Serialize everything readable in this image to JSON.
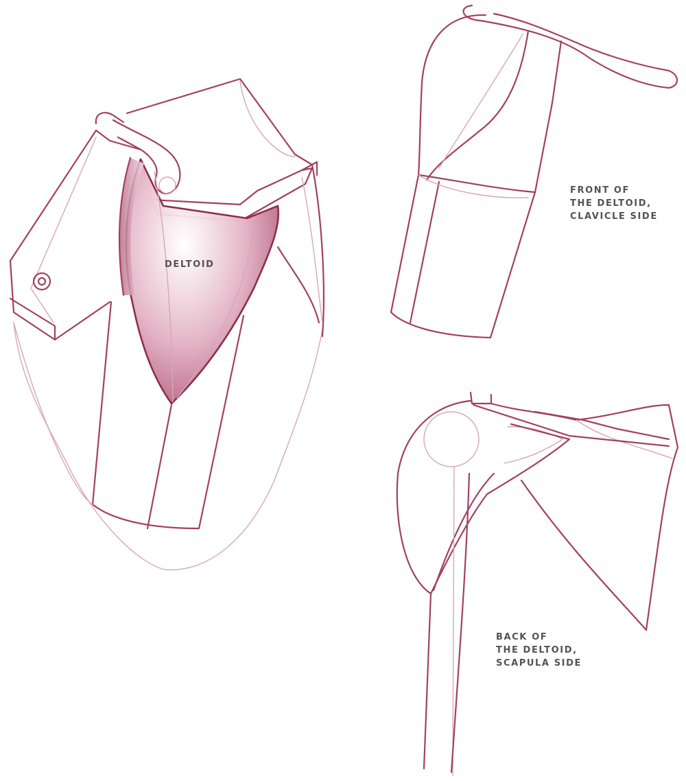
{
  "labels": {
    "deltoid": "DELTOID",
    "front": [
      "FRONT OF",
      "THE DELTOID,",
      "CLAVICLE SIDE"
    ],
    "back": [
      "BACK OF",
      "THE DELTOID,",
      "SCAPULA SIDE"
    ]
  },
  "colors": {
    "line": "#a2405f",
    "line_dark": "#8a2f4c",
    "line_light": "#d7a6b8",
    "shade": "#c9809a",
    "label_text": "#55505a",
    "background": "#ffffff"
  }
}
